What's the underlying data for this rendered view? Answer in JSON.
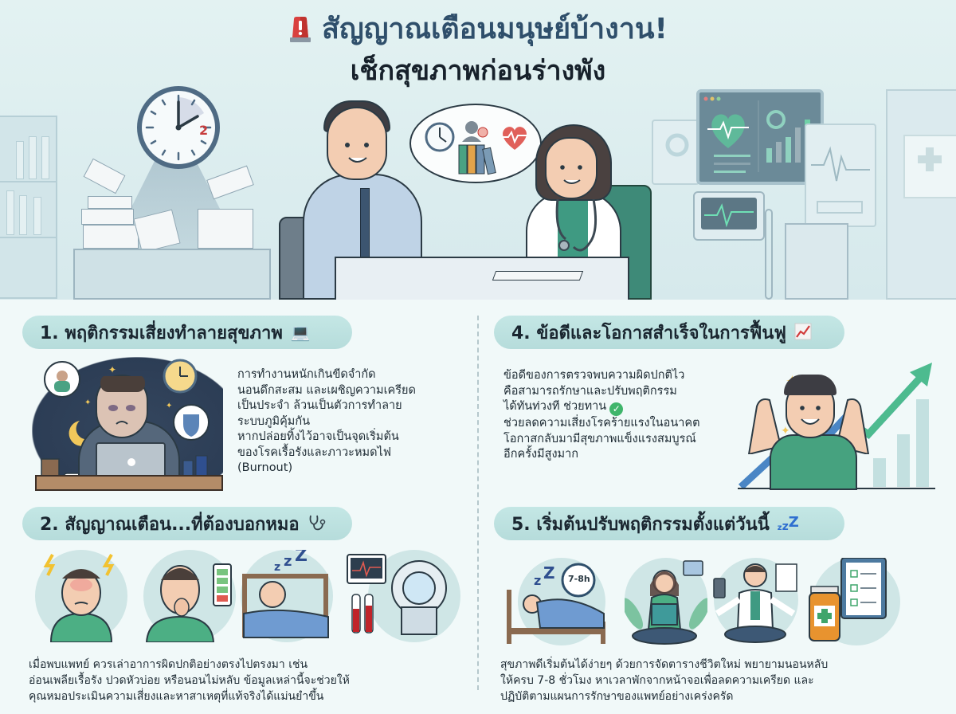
{
  "header": {
    "title_line1": "สัญญาณเตือนมนุษย์บ้างาน!",
    "title_line2": "เช็กสุขภาพก่อนร่างพัง",
    "alert_icon": "siren-alert-icon"
  },
  "hero": {
    "clock_number": "2",
    "bubble_icons": [
      "clock-icon",
      "stressed-person-icon",
      "binders-icon",
      "heart-ecg-icon"
    ],
    "scene": "office-worker-consulting-doctor"
  },
  "sections": [
    {
      "id": 1,
      "title": "1. พฤติกรรมเสี่ยงทำลายสุขภาพ",
      "emoji": "💻",
      "emoji_name": "laptop-icon",
      "body": "การทำงานหนักเกินขีดจำกัด\nนอนดึกสะสม และเผชิญความเครียด\nเป็นประจำ ล้วนเป็นตัวการทำลาย\nระบบภูมิคุ้มกัน\nหากปล่อยทิ้งไว้อาจเป็นจุดเริ่มต้น\nของโรคเรื้อรังและภาวะหมดไฟ\n(Burnout)"
    },
    {
      "id": 2,
      "title": "2. สัญญาณเตือน...ที่ต้องบอกหมอ",
      "emoji": "🩺",
      "emoji_name": "stethoscope-icon",
      "illustrations": [
        "headache-icon",
        "fatigue-low-battery-icon",
        "insomnia-icon",
        "medical-tests-icon"
      ],
      "body": "เมื่อพบแพทย์ ควรเล่าอาการผิดปกติอย่างตรงไปตรงมา เช่น\nอ่อนเพลียเรื้อรัง ปวดหัวบ่อย หรือนอนไม่หลับ ข้อมูลเหล่านี้จะช่วยให้\nคุณหมอประเมินความเสี่ยงและหาสาเหตุที่แท้จริงได้แม่นยำขึ้น"
    },
    {
      "id": 4,
      "title": "4. ข้อดีและโอกาสสำเร็จในการฟื้นฟู",
      "emoji": "📈",
      "emoji_name": "chart-increasing-icon",
      "body_part1": "ข้อดีของการตรวจพบความผิดปกติไว\nคือสามารถรักษาและปรับพฤติกรรม\nได้ทันท่วงที ช่วยทาน",
      "check_icon": "✓",
      "body_part2": "ช่วยลดความเสี่ยงโรคร้ายแรงในอนาคต\nโอกาสกลับมามีสุขภาพแข็งแรงสมบูรณ์\nอีกครั้งมีสูงมาก"
    },
    {
      "id": 5,
      "title": "5. เริ่มต้นปรับพฤติกรรมตั้งแต่วันนี้",
      "emoji": "zzZ",
      "emoji_name": "sleeping-zzz-icon",
      "illustrations": [
        "sleep-7-8h-icon",
        "reading-relax-icon",
        "meditating-doctor-icon",
        "medicine-checklist-icon"
      ],
      "sleep_label": "7-8h",
      "body": "สุขภาพดีเริ่มต้นได้ง่ายๆ ด้วยการจัดตารางชีวิตใหม่ พยายามนอนหลับ\nให้ครบ 7-8 ชั่วโมง หาเวลาพักจากหน้าจอเพื่อลดความเครียด และ\nปฏิบัติตามแผนการรักษาของแพทย์อย่างเคร่งครัด"
    }
  ],
  "colors": {
    "title_blue": "#2f4f6b",
    "pill_teal": "#bfe3e1",
    "alert_red": "#d9413f",
    "check_green": "#3fb56b",
    "background": "#f1f9f9"
  }
}
